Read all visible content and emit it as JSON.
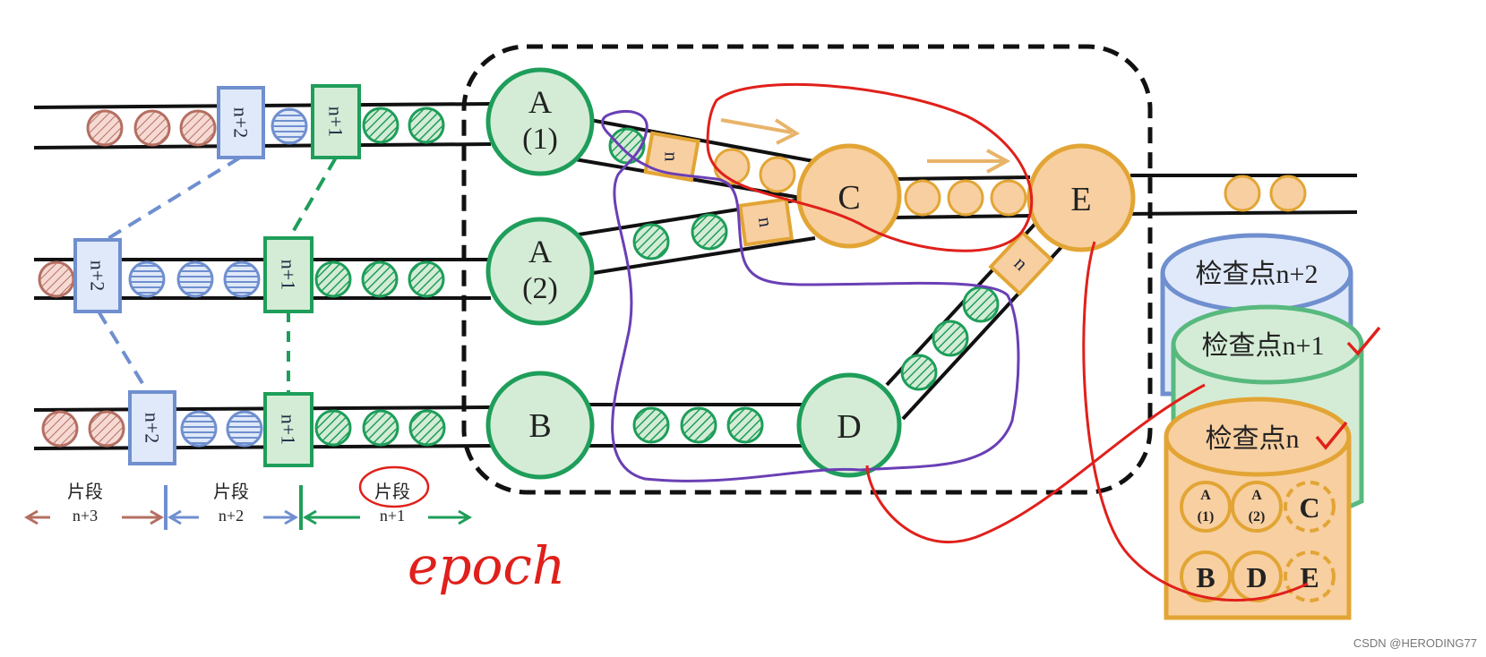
{
  "colors": {
    "green_fill": "#d4ecd6",
    "green_stroke": "#1e9e5a",
    "orange_fill": "#f8cfa0",
    "orange_stroke": "#e2a535",
    "blue_fill": "#e0e9f9",
    "blue_stroke": "#6f8fcf",
    "red_fill": "#f6d9d3",
    "red_stroke": "#b46f62",
    "annotation_red": "#e0201b",
    "annotation_purple": "#6a3fb5"
  },
  "barriers": {
    "n_plus_2": "n+2",
    "n_plus_1": "n+1",
    "n": "n"
  },
  "operators": {
    "a1": {
      "name": "A",
      "sub": "(1)"
    },
    "a2": {
      "name": "A",
      "sub": "(2)"
    },
    "b": "B",
    "c": "C",
    "d": "D",
    "e": "E"
  },
  "segments": {
    "seg_n3": {
      "label": "片段",
      "num": "n+3"
    },
    "seg_n2": {
      "label": "片段",
      "num": "n+2"
    },
    "seg_n1": {
      "label": "片段",
      "num": "n+1"
    }
  },
  "checkpoints": {
    "cp_n2": "检查点n+2",
    "cp_n1": "检查点n+1",
    "cp_n": "检查点n"
  },
  "checkpoint_state": {
    "a1": {
      "name": "A",
      "sub": "(1)"
    },
    "a2": {
      "name": "A",
      "sub": "(2)"
    },
    "c": "C",
    "b": "B",
    "d": "D",
    "e": "E"
  },
  "annotations": {
    "handwritten_word": "epoch"
  },
  "watermark": "CSDN @HERODING77"
}
